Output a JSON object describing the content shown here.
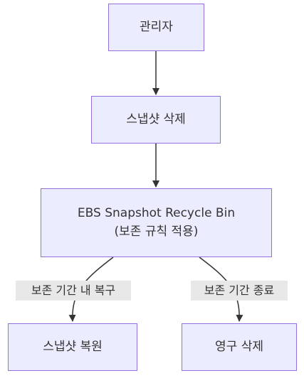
{
  "nodes": {
    "admin": "관리자",
    "delete_snapshot": "스냅샷 삭제",
    "recycle_bin_line1": "EBS Snapshot Recycle Bin",
    "recycle_bin_line2": "(보존 규칙 적용)",
    "restore_snapshot": "스냅샷 복원",
    "permanent_delete": "영구 삭제"
  },
  "edges": {
    "restore_label": "보존 기간 내 복구",
    "expire_label": "보존 기간 종료"
  },
  "colors": {
    "node_fill": "#ECECFF",
    "node_border": "#9370DB",
    "edge": "#333333",
    "label_bg": "#e8e8e8"
  }
}
